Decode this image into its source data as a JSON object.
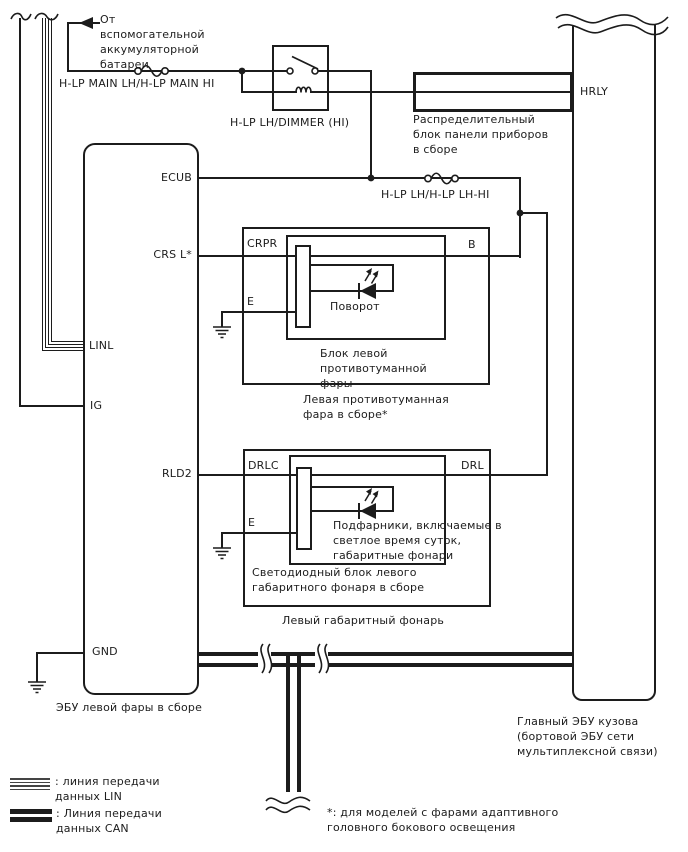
{
  "power": {
    "battery_note": "От\nвспомогательной\nаккумуляторной\nбатареи",
    "fuse_main_label": "H-LP MAIN LH/H-LP MAIN HI",
    "relay_label": "H-LP LH/DIMMER (HI)",
    "fuse_lh_label": "H-LP LH/H-LP LH-HI"
  },
  "junction_block": {
    "label": "Распределительный\nблок панели приборов\nв сборе"
  },
  "body_ecu": {
    "pin_hrly": "HRLY",
    "label": "Главный ЭБУ кузова\n(бортовой ЭБУ сети\nмультиплексной связи)"
  },
  "headlamp_ecu": {
    "label": "ЭБУ левой фары в сборе",
    "pins": {
      "ecub": "ECUB",
      "crs_l": "CRS L*",
      "linl": "LINL",
      "ig": "IG",
      "rld2": "RLD2",
      "gnd": "GND"
    }
  },
  "fog_lamp": {
    "pin_crpr": "CRPR",
    "pin_b": "B",
    "pin_e": "E",
    "led_label": "Поворот",
    "unit_label": "Блок левой\nпротивотуманной\nфары",
    "assembly_label": "Левая противотуманная\nфара в сборе*"
  },
  "drl_lamp": {
    "pin_drlc": "DRLC",
    "pin_drl": "DRL",
    "pin_e": "E",
    "led_label": "Подфарники, включаемые в\nсветлое время суток,\nгабаритные фонари",
    "unit_label": "Светодиодный блок левого\nгабаритного фонаря в сборе",
    "assembly_label": "Левый габаритный фонарь"
  },
  "legend": {
    "lin": ": линия передачи\nданных LIN",
    "can": ": Линия передачи\nданных CAN"
  },
  "footnote": "*: для моделей с фарами адаптивного\nголовного бокового освещения",
  "colors": {
    "line": "#1c1c1c",
    "background": "#ffffff"
  }
}
